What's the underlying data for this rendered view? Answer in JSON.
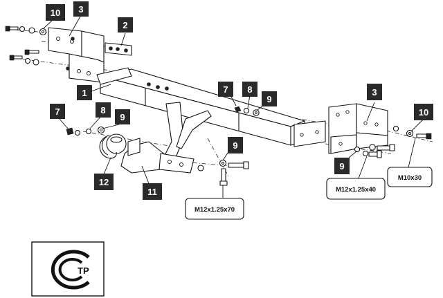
{
  "callouts": [
    {
      "id": "c10a",
      "text": "10"
    },
    {
      "id": "c3a",
      "text": "3"
    },
    {
      "id": "c2",
      "text": "2"
    },
    {
      "id": "c1",
      "text": "1"
    },
    {
      "id": "c7a",
      "text": "7"
    },
    {
      "id": "c8a",
      "text": "8"
    },
    {
      "id": "c9a",
      "text": "9"
    },
    {
      "id": "c3b",
      "text": "3"
    },
    {
      "id": "c10b",
      "text": "10"
    },
    {
      "id": "c7b",
      "text": "7"
    },
    {
      "id": "c8b",
      "text": "8"
    },
    {
      "id": "c9b",
      "text": "9"
    },
    {
      "id": "c9c",
      "text": "9"
    },
    {
      "id": "c9d",
      "text": "9"
    },
    {
      "id": "c12",
      "text": "12"
    },
    {
      "id": "c11",
      "text": "11"
    }
  ],
  "specs": {
    "bolt_m12x70": "M12x1.25x70",
    "bolt_m12x40": "M12x1.25x40",
    "bolt_m10x30": "M10x30"
  },
  "certification_mark": {
    "letters": "ТР",
    "icon": "certification-mark-icon"
  }
}
